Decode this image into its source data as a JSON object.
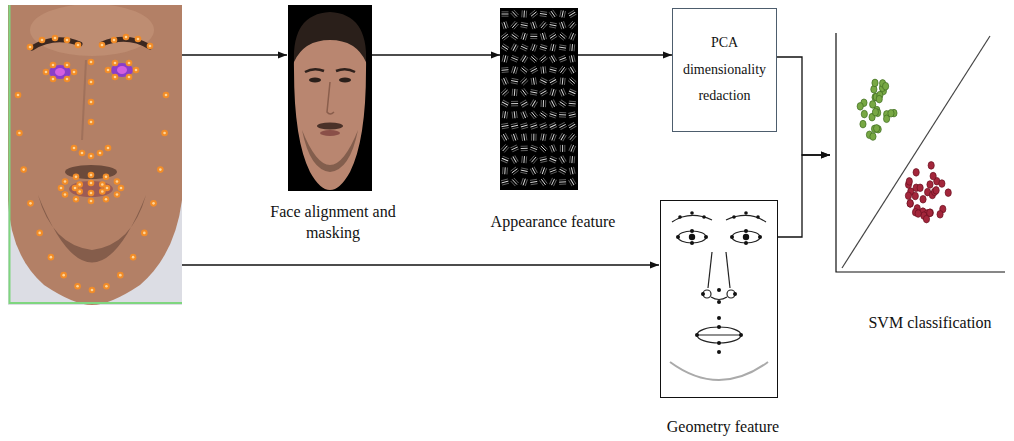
{
  "diagram": {
    "nodes": [
      {
        "text": [
          "Face alignment and masking"
        ]
      },
      {
        "text": [
          "Appearance feature"
        ]
      },
      {
        "text": [
          "PCA dimensionality redaction"
        ]
      },
      {
        "text": [
          "Geometry feature"
        ]
      },
      {
        "text": [
          "SVM classification"
        ]
      }
    ],
    "edges": [
      {
        "from": 0,
        "to": 1,
        "arrow": "to"
      },
      {
        "from": 1,
        "to": 2,
        "arrow": "to"
      },
      {
        "from": 2,
        "to": 4,
        "arrow": "to"
      },
      {
        "from": 3,
        "to": 4,
        "arrow": "to"
      }
    ]
  }
}
